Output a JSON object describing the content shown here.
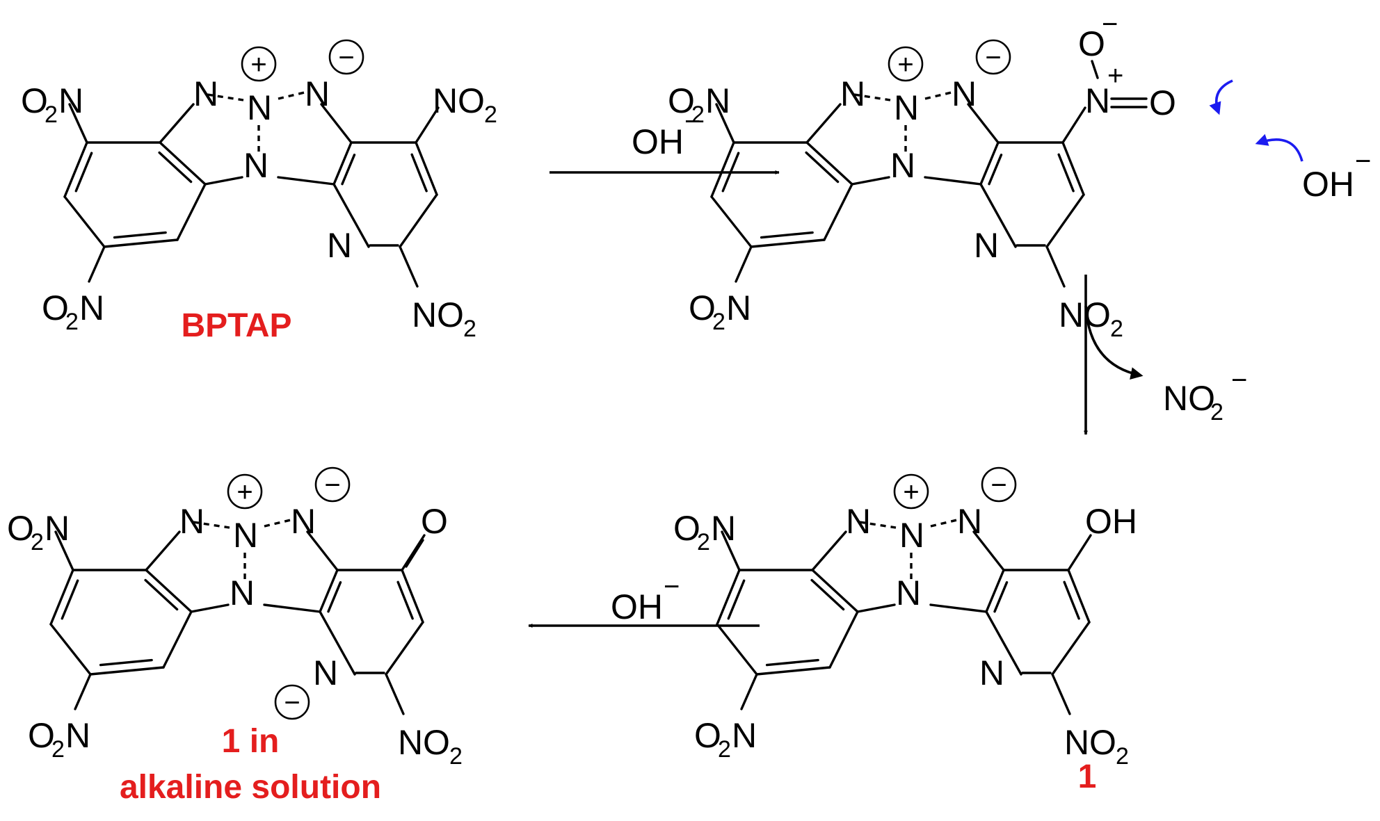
{
  "atoms": {
    "n": "N",
    "o": "O",
    "oh": "OH",
    "o2n_o": "O",
    "o2n_2": "2",
    "o2n_n": "N",
    "no2_n": "N",
    "no2_o": "O",
    "no2_2": "2",
    "plus": "+",
    "minus": "−"
  },
  "reagents": {
    "oh_top": "OH",
    "oh_top_charge": "−",
    "oh_bottom": "OH",
    "oh_bottom_charge": "−",
    "nitrite": "NO",
    "nitrite_sub": "2",
    "nitrite_charge": "−",
    "attacking_oh": "OH",
    "attacking_oh_charge": "−"
  },
  "labels": {
    "bptap": "BPTAP",
    "product_1": "1",
    "alkaline_line1": "1 in",
    "alkaline_line2": "alkaline solution"
  },
  "colors": {
    "label": "#e41e1e",
    "curly_arrow": "#1c1cf0",
    "bond": "#000000"
  }
}
